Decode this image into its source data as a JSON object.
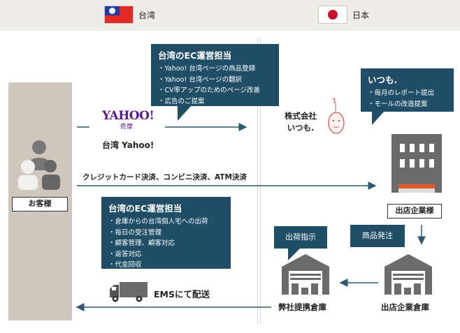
{
  "header": {
    "taiwan_label": "台湾",
    "japan_label": "日本"
  },
  "customer": {
    "label": "お客様"
  },
  "yahoo": {
    "logo_text": "YAHOO!",
    "logo_sub": "奇摩",
    "label": "台湾 Yahoo!"
  },
  "callout_top": {
    "title": "台湾のEC運営担当",
    "items": [
      "Yahoo! 台湾ページの商品登録",
      "Yahoo! 台湾ページの翻訳",
      "CV率アップのためのページ改善",
      "広告のご提案"
    ]
  },
  "company": {
    "name_line1": "株式会社",
    "name_line2": "いつも."
  },
  "callout_itsumo": {
    "title": "いつも.",
    "items": [
      "毎月のレポート提出",
      "モールの改造提案"
    ]
  },
  "payment_flow": {
    "label": "クレジットカード決済、コンビニ決済、ATM決済"
  },
  "merchant": {
    "label": "出店企業様"
  },
  "callout_bottom": {
    "title": "台湾のEC運営担当",
    "items": [
      "倉庫からの台湾個人宅への出荷",
      "毎日の受注管理",
      "顧客管理、顧客対応",
      "返答対応",
      "代金回収"
    ]
  },
  "tags": {
    "order": "商品発注",
    "ship": "出荷指示"
  },
  "warehouses": {
    "ours": "弊社提携倉庫",
    "merchant": "出店企業倉庫"
  },
  "ems": {
    "label": "EMSにて配送"
  },
  "colors": {
    "navy": "#1f4e66",
    "customer_bg": "#cfc6bd",
    "topbar_bg": "#f0ece8",
    "building": "#6b6b6b"
  }
}
